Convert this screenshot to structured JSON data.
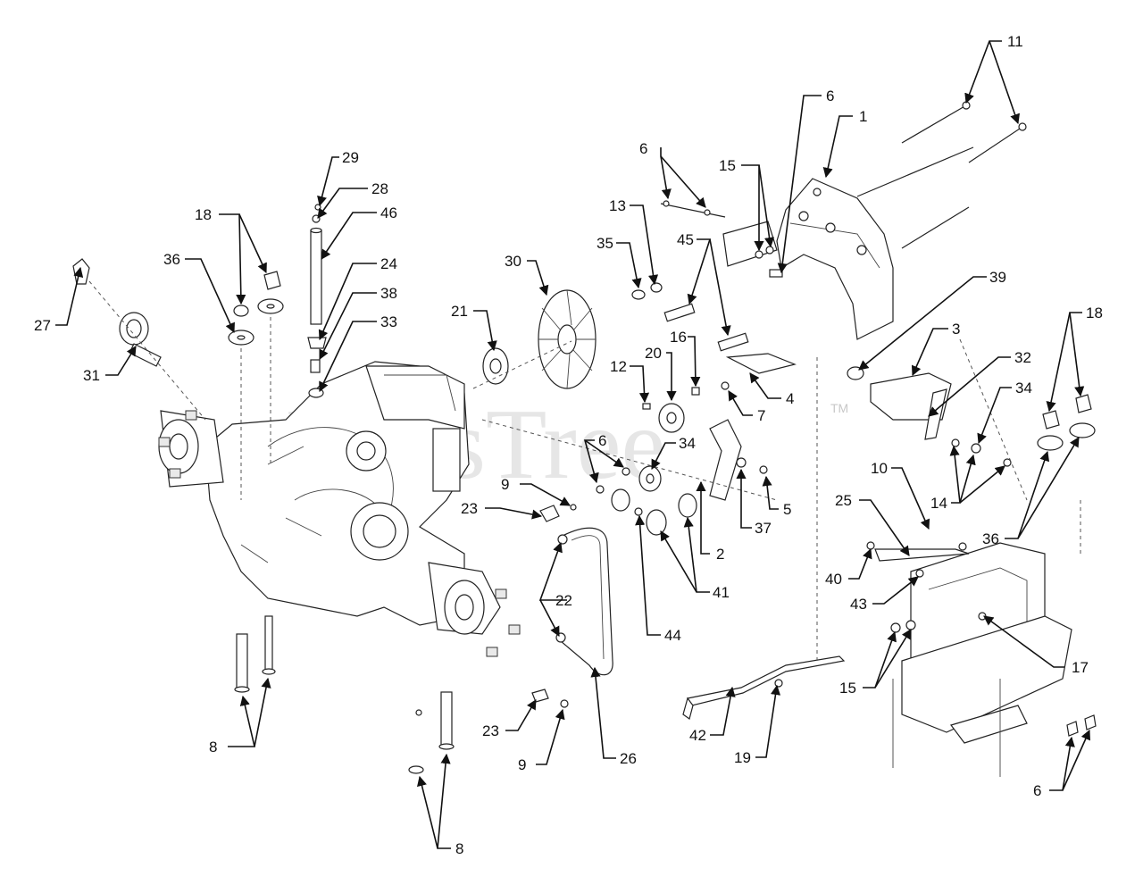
{
  "watermark": {
    "text": "PartsTree",
    "tm": "TM"
  },
  "callouts": [
    "1",
    "2",
    "3",
    "4",
    "5",
    "6",
    "7",
    "8",
    "9",
    "10",
    "11",
    "12",
    "13",
    "14",
    "15",
    "16",
    "17",
    "18",
    "19",
    "20",
    "21",
    "22",
    "23",
    "24",
    "25",
    "26",
    "27",
    "28",
    "29",
    "30",
    "31",
    "32",
    "33",
    "34",
    "35",
    "36",
    "37",
    "38",
    "39",
    "40",
    "41",
    "42",
    "43",
    "44",
    "45",
    "46"
  ]
}
